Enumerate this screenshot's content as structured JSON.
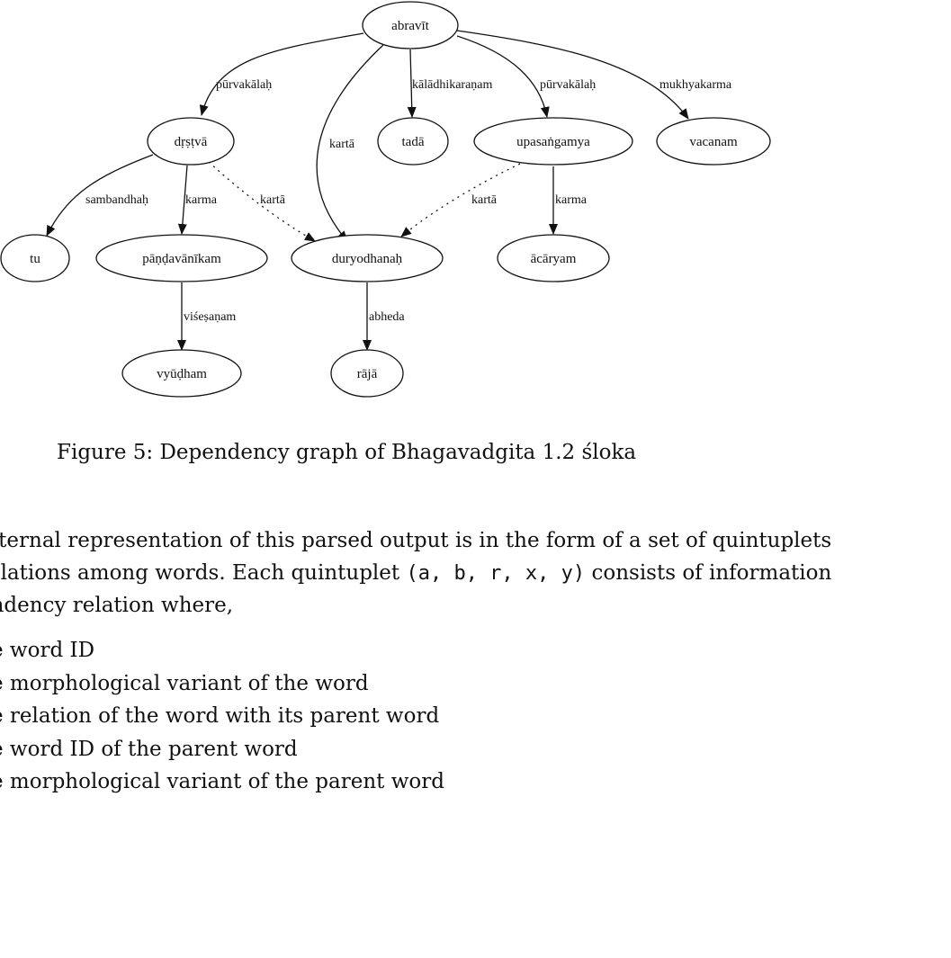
{
  "figure": {
    "caption": "Figure 5: Dependency graph of Bhagavadgita 1.2 śloka",
    "nodes": [
      {
        "id": "abravit",
        "label": "abravīt"
      },
      {
        "id": "drstva",
        "label": "dṛṣṭvā"
      },
      {
        "id": "tada",
        "label": "tadā"
      },
      {
        "id": "upasangamya",
        "label": "upasaṅgamya"
      },
      {
        "id": "vacanam",
        "label": "vacanam"
      },
      {
        "id": "tu",
        "label": "tu"
      },
      {
        "id": "pandavanikam",
        "label": "pāṇḍavānīkam"
      },
      {
        "id": "duryodhanah",
        "label": "duryodhanaḥ"
      },
      {
        "id": "acaryam",
        "label": "ācāryam"
      },
      {
        "id": "vyudham",
        "label": "vyūḍham"
      },
      {
        "id": "raja",
        "label": "rājā"
      }
    ],
    "edges": [
      {
        "from": "abravit",
        "to": "drstva",
        "label": "pūrvakālaḥ",
        "style": "solid"
      },
      {
        "from": "abravit",
        "to": "duryodhanah",
        "label": "kartā",
        "style": "solid"
      },
      {
        "from": "abravit",
        "to": "tada",
        "label": "kālādhikaraṇam",
        "style": "solid"
      },
      {
        "from": "abravit",
        "to": "upasangamya",
        "label": "pūrvakālaḥ",
        "style": "solid"
      },
      {
        "from": "abravit",
        "to": "vacanam",
        "label": "mukhyakarma",
        "style": "solid"
      },
      {
        "from": "drstva",
        "to": "tu",
        "label": "sambandhaḥ",
        "style": "solid"
      },
      {
        "from": "drstva",
        "to": "pandavanikam",
        "label": "karma",
        "style": "solid"
      },
      {
        "from": "drstva",
        "to": "duryodhanah",
        "label": "kartā",
        "style": "dotted"
      },
      {
        "from": "upasangamya",
        "to": "duryodhanah",
        "label": "kartā",
        "style": "dotted"
      },
      {
        "from": "upasangamya",
        "to": "acaryam",
        "label": "karma",
        "style": "solid"
      },
      {
        "from": "pandavanikam",
        "to": "vyudham",
        "label": "viśeṣaṇam",
        "style": "solid"
      },
      {
        "from": "duryodhanah",
        "to": "raja",
        "label": "abheda",
        "style": "solid"
      }
    ]
  },
  "body": {
    "paragraph": {
      "line1": "internal representation of this parsed output is in the form of a set of quintuplets",
      "line2_pre": "relations among words. Each quintuplet",
      "line2_code": "(a, b, r, x, y)",
      "line2_post": "consists of information",
      "line3": "endency relation where,"
    },
    "definitions": [
      "e word ID",
      "e morphological variant of the word",
      "e relation of the word with its parent word",
      "e word ID of the parent word",
      "e morphological variant of the parent word"
    ]
  }
}
